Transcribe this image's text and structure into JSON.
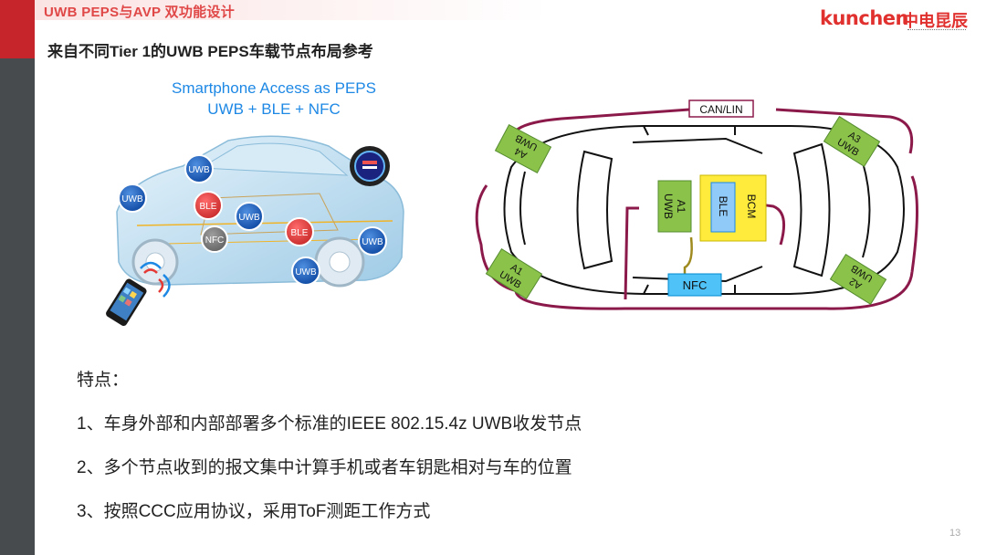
{
  "header": {
    "title": "UWB PEPS与AVP 双功能设计",
    "logo_text": "kunchen",
    "logo_cn": "中电昆辰"
  },
  "subtitle": "来自不同Tier 1的UWB PEPS车载节点布局参考",
  "left_figure": {
    "title_line1": "Smartphone Access as PEPS",
    "title_line2": "UWB + BLE + NFC",
    "badges": {
      "uwb": "UWB",
      "ble": "BLE",
      "nfc": "NFC"
    }
  },
  "right_figure": {
    "bus_label": "CAN/LIN",
    "nodes": {
      "a1_inner": "A1\nUWB",
      "a1_outer": "A1\nUWB",
      "a2": "A2\nUWB",
      "a3": "A3\nUWB",
      "a4": "A4\nUWB",
      "ble": "BLE",
      "bcm": "BCM",
      "nfc": "NFC"
    }
  },
  "features": {
    "title": "特点：",
    "items": [
      "1、车身外部和内部部署多个标准的IEEE 802.15.4z UWB收发节点",
      "2、多个节点收到的报文集中计算手机或者车钥匙相对与车的位置",
      "3、按照CCC应用协议，采用ToF测距工作方式"
    ]
  },
  "page_number": "13",
  "colors": {
    "accent_red": "#c6262b",
    "sidebar_gray": "#474b4d",
    "uwb_blue": "#1565c0",
    "ble_red": "#e53935",
    "node_green": "#8bc34a",
    "bcm_yellow": "#ffeb3b",
    "nfc_cyan": "#29b6f6",
    "bus_wine": "#8b1a4a"
  }
}
